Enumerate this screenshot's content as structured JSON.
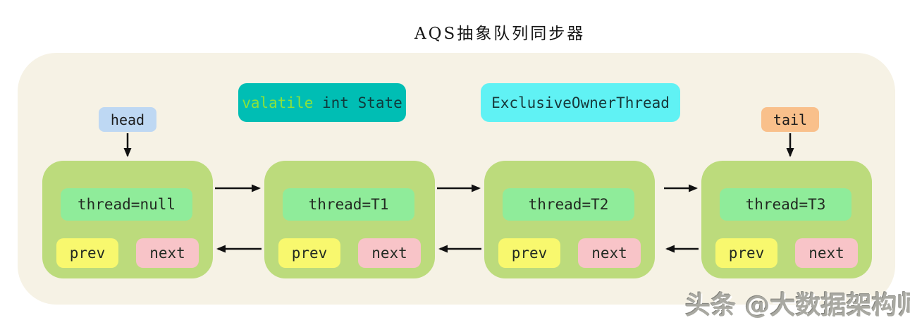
{
  "title": "AQS抽象队列同步器",
  "labels": {
    "head": "head",
    "tail": "tail",
    "state_keyword": "valatile",
    "state_rest": " int State",
    "owner": "ExclusiveOwnerThread"
  },
  "nodes": [
    {
      "thread": "thread=null",
      "prev": "prev",
      "next": "next"
    },
    {
      "thread": "thread=T1",
      "prev": "prev",
      "next": "next"
    },
    {
      "thread": "thread=T2",
      "prev": "prev",
      "next": "next"
    },
    {
      "thread": "thread=T3",
      "prev": "prev",
      "next": "next"
    }
  ],
  "watermark": "头条 @大数据架构师",
  "colors": {
    "panel_bg": "#F6F2E5",
    "node_bg": "#BCDB7C",
    "thread_bg": "#8FEC9A",
    "prev_bg": "#F8F86E",
    "next_bg": "#F8C4C8",
    "head_bg": "#BED8F3",
    "tail_bg": "#F9C08B",
    "state_bg": "#00BEB4",
    "state_keyword_color": "#8BE23B",
    "owner_bg": "#60F2F4",
    "arrow_color": "#111111"
  }
}
